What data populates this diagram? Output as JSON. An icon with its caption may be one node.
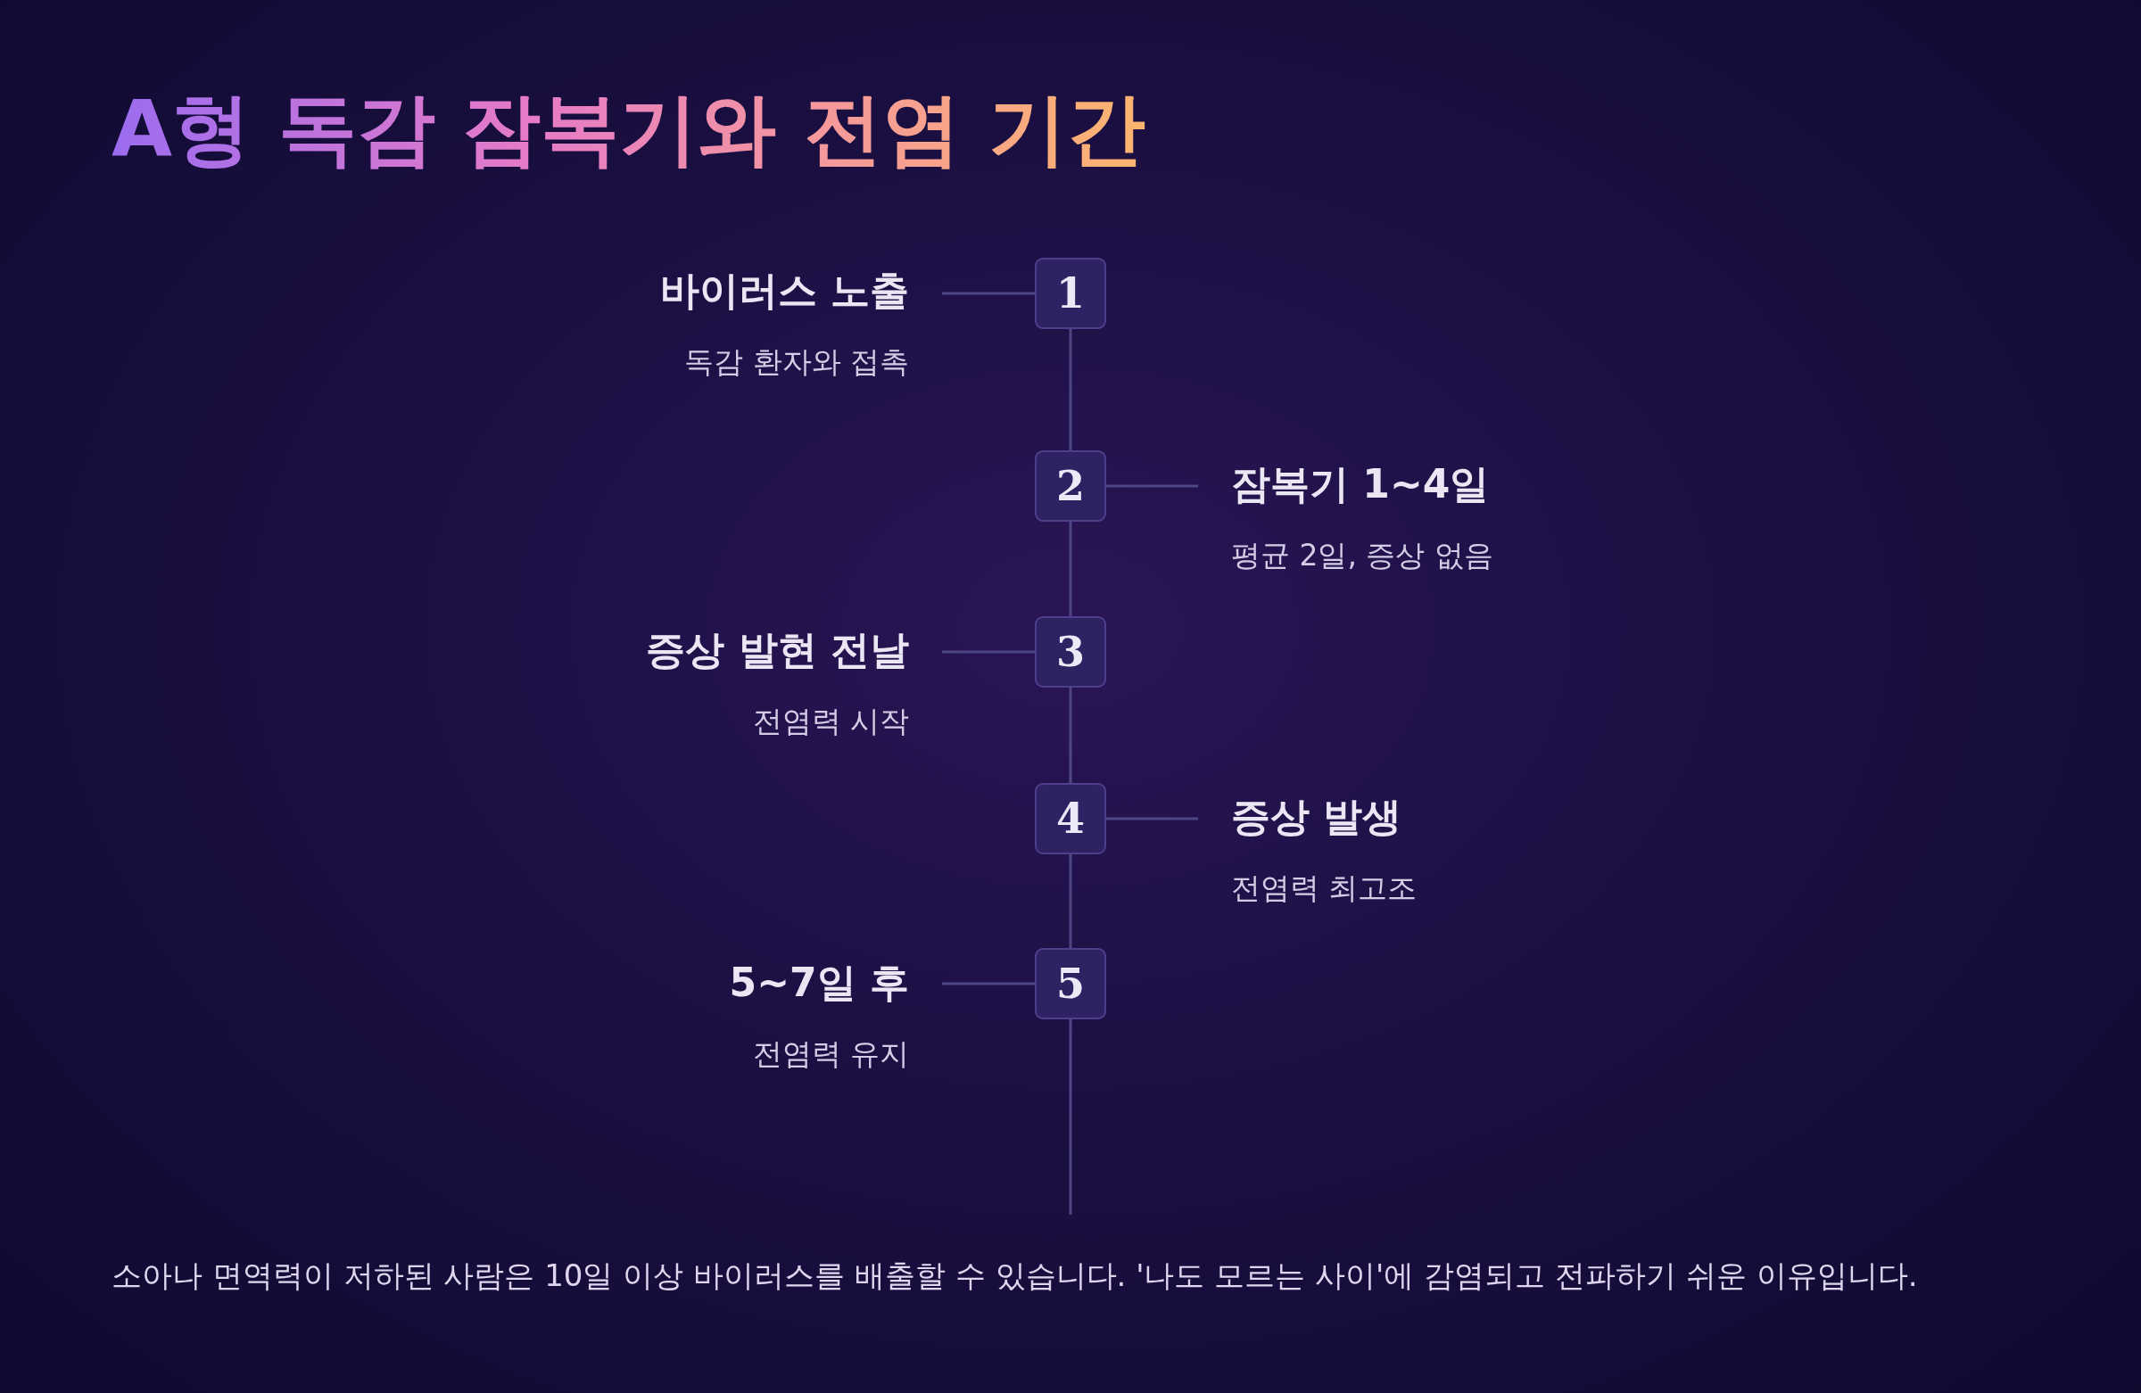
{
  "diagram": {
    "title": "A형 독감 잠복기와 전염 기간",
    "caption": "소아나 면역력이 저하된 사람은 10일 이상 바이러스를 배출할 수 있습니다. '나도 모르는 사이'에 감염되고 전파하기 쉬운 이유입니다.",
    "nodes": [
      {
        "text": [
          "바이러스 노출",
          "독감 환자와 접촉"
        ]
      },
      {
        "text": [
          "1"
        ]
      },
      {
        "text": [
          "2"
        ]
      },
      {
        "text": [
          "잠복기 1~4일",
          "평균 2일, 증상 없음"
        ]
      },
      {
        "text": [
          "증상 발현 전날",
          "전염력 시작"
        ]
      },
      {
        "text": [
          "3"
        ]
      },
      {
        "text": [
          "4"
        ]
      },
      {
        "text": [
          "증상 발생",
          "전염력 최고조"
        ]
      },
      {
        "text": [
          "5~7일 후",
          "전염력 유지"
        ]
      },
      {
        "text": [
          "5"
        ]
      }
    ],
    "edges": [
      {
        "from": 0,
        "to": 1,
        "arrow": "none"
      },
      {
        "from": 2,
        "to": 3,
        "arrow": "none"
      },
      {
        "from": 4,
        "to": 5,
        "arrow": "none"
      },
      {
        "from": 6,
        "to": 7,
        "arrow": "none"
      },
      {
        "from": 8,
        "to": 9,
        "arrow": "none"
      },
      {
        "from": 1,
        "to": 2,
        "arrow": "none"
      },
      {
        "from": 2,
        "to": 5,
        "arrow": "none"
      },
      {
        "from": 5,
        "to": 6,
        "arrow": "none"
      },
      {
        "from": 6,
        "to": 9,
        "arrow": "none"
      },
      {
        "from": 9,
        "to": null,
        "arrow": "none"
      }
    ]
  }
}
